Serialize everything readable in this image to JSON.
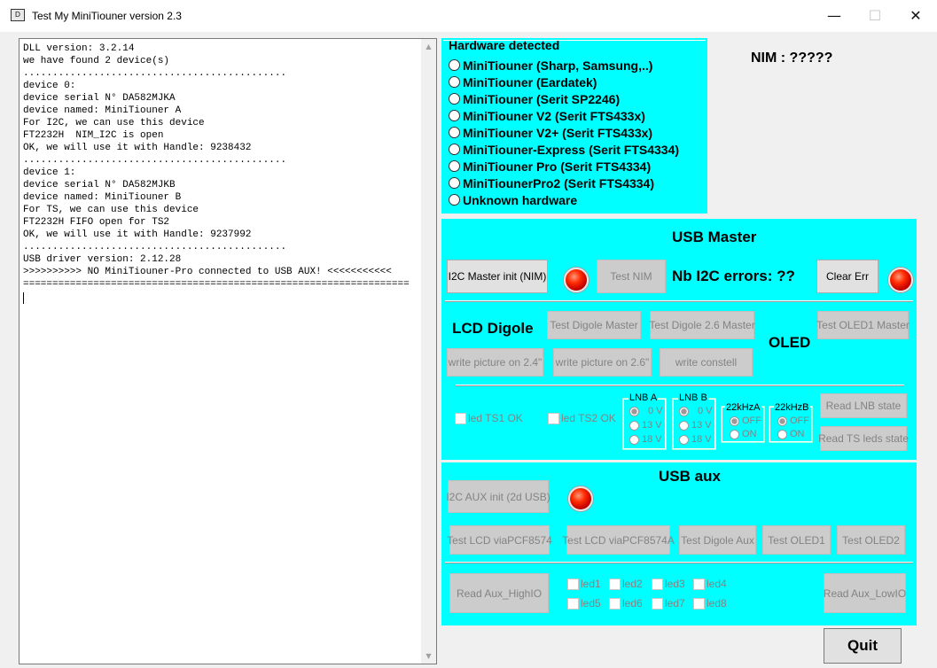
{
  "window": {
    "title": "Test My MiniTiouner version 2.3",
    "icon_text": "D"
  },
  "log": {
    "lines": [
      "DLL version: 3.2.14",
      "we have found 2 device(s)",
      ".............................................",
      "device 0:",
      "device serial N° DA582MJKA",
      "device named: MiniTiouner A",
      "For I2C, we can use this device",
      "FT2232H  NIM_I2C is open",
      "OK, we will use it with Handle: 9238432",
      ".............................................",
      "device 1:",
      "device serial N° DA582MJKB",
      "device named: MiniTiouner B",
      "For TS, we can use this device",
      "FT2232H FIFO open for TS2",
      "OK, we will use it with Handle: 9237992",
      ".............................................",
      "USB driver version: 2.12.28",
      ">>>>>>>>>> NO MiniTiouner-Pro connected to USB AUX! <<<<<<<<<<<",
      "=================================================================="
    ]
  },
  "hardware": {
    "title": "Hardware detected",
    "options": [
      "MiniTiouner (Sharp, Samsung,..)",
      "MiniTiouner (Eardatek)",
      "MiniTiouner (Serit SP2246)",
      "MiniTiouner V2 (Serit FTS433x)",
      "MiniTiouner V2+ (Serit FTS433x)",
      "MiniTiouner-Express (Serit FTS4334)",
      "MiniTiouner Pro  (Serit FTS4334)",
      "MiniTiounerPro2 (Serit FTS4334)",
      "Unknown hardware"
    ]
  },
  "nim": {
    "label": "NIM : ?????"
  },
  "usb_master": {
    "title": "USB Master",
    "i2c_init": "I2C Master init (NIM)",
    "test_nim": "Test NIM",
    "nb_errors": "Nb I2C errors:  ??",
    "clear_err": "Clear Err",
    "lcd_title": "LCD Digole",
    "test_digole_master": "Test Digole Master",
    "test_digole_26_master": "Test Digole 2.6 Master",
    "oled_title": "OLED",
    "test_oled1_master": "Test OLED1 Master",
    "write_pic_24": "write picture on 2.4\"",
    "write_pic_26": "write picture on 2.6\"",
    "write_constell": "write constell",
    "led_ts1": "led TS1 OK",
    "led_ts2": "led TS2 OK",
    "lnb_a": {
      "label": "LNB A",
      "options": [
        "0 V",
        "13 V",
        "18 V"
      ],
      "selected": "0 V"
    },
    "lnb_b": {
      "label": "LNB B",
      "options": [
        "0 V",
        "13 V",
        "18 V"
      ],
      "selected": "0 V"
    },
    "khz_a": {
      "label": "22kHzA",
      "options": [
        "OFF",
        "ON"
      ],
      "selected": "OFF"
    },
    "khz_b": {
      "label": "22kHzB",
      "options": [
        "OFF",
        "ON"
      ],
      "selected": "OFF"
    },
    "read_lnb": "Read LNB state",
    "read_ts_leds": "Read TS leds state"
  },
  "usb_aux": {
    "title": "USB aux",
    "i2c_aux_init": "I2C AUX init (2d USB)",
    "test_lcd_pcf": "Test LCD viaPCF8574",
    "test_lcd_pcfa": "Test LCD viaPCF8574A",
    "test_digole_aux": "Test Digole Aux",
    "test_oled1": "Test OLED1",
    "test_oled2": "Test OLED2",
    "read_high": "Read Aux_HighIO",
    "read_low": "Read Aux_LowIO",
    "leds_top": [
      "led1",
      "led2",
      "led3",
      "led4"
    ],
    "leds_bottom": [
      "led5",
      "led6",
      "led7",
      "led8"
    ]
  },
  "quit": "Quit",
  "colors": {
    "panel": "#00ffff",
    "window_bg": "#f0f0f0",
    "led": "#ff2a00"
  }
}
